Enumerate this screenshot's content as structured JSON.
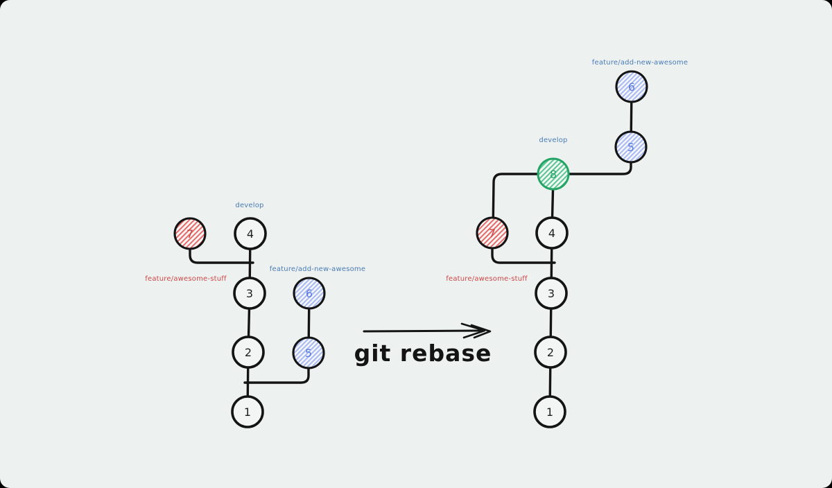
{
  "diagram": {
    "arrow_label": "git rebase"
  },
  "colors": {
    "background": "#edf1f0",
    "frame": "#000000",
    "ink": "#141414",
    "red": "#cd4848",
    "red_hatch": "#e56a6a",
    "blue": "#5c7ce0",
    "blue_hatch": "#a9baf1",
    "blue_label": "#4a7cb5",
    "green": "#24a565",
    "green_hatch": "#5ec595"
  },
  "before": {
    "branches": {
      "develop": "develop",
      "awesome_stuff": "feature/awesome-stuff",
      "add_new_awesome": "feature/add-new-awesome"
    },
    "commits": {
      "n1": "1",
      "n2": "2",
      "n3": "3",
      "n4": "4",
      "n5": "5",
      "n6": "6",
      "n7": "7"
    }
  },
  "after": {
    "branches": {
      "develop": "develop",
      "awesome_stuff": "feature/awesome-stuff",
      "add_new_awesome": "feature/add-new-awesome"
    },
    "commits": {
      "n1": "1",
      "n2": "2",
      "n3": "3",
      "n4": "4",
      "n5": "5",
      "n6": "6",
      "n7": "7",
      "n8": "8"
    }
  }
}
